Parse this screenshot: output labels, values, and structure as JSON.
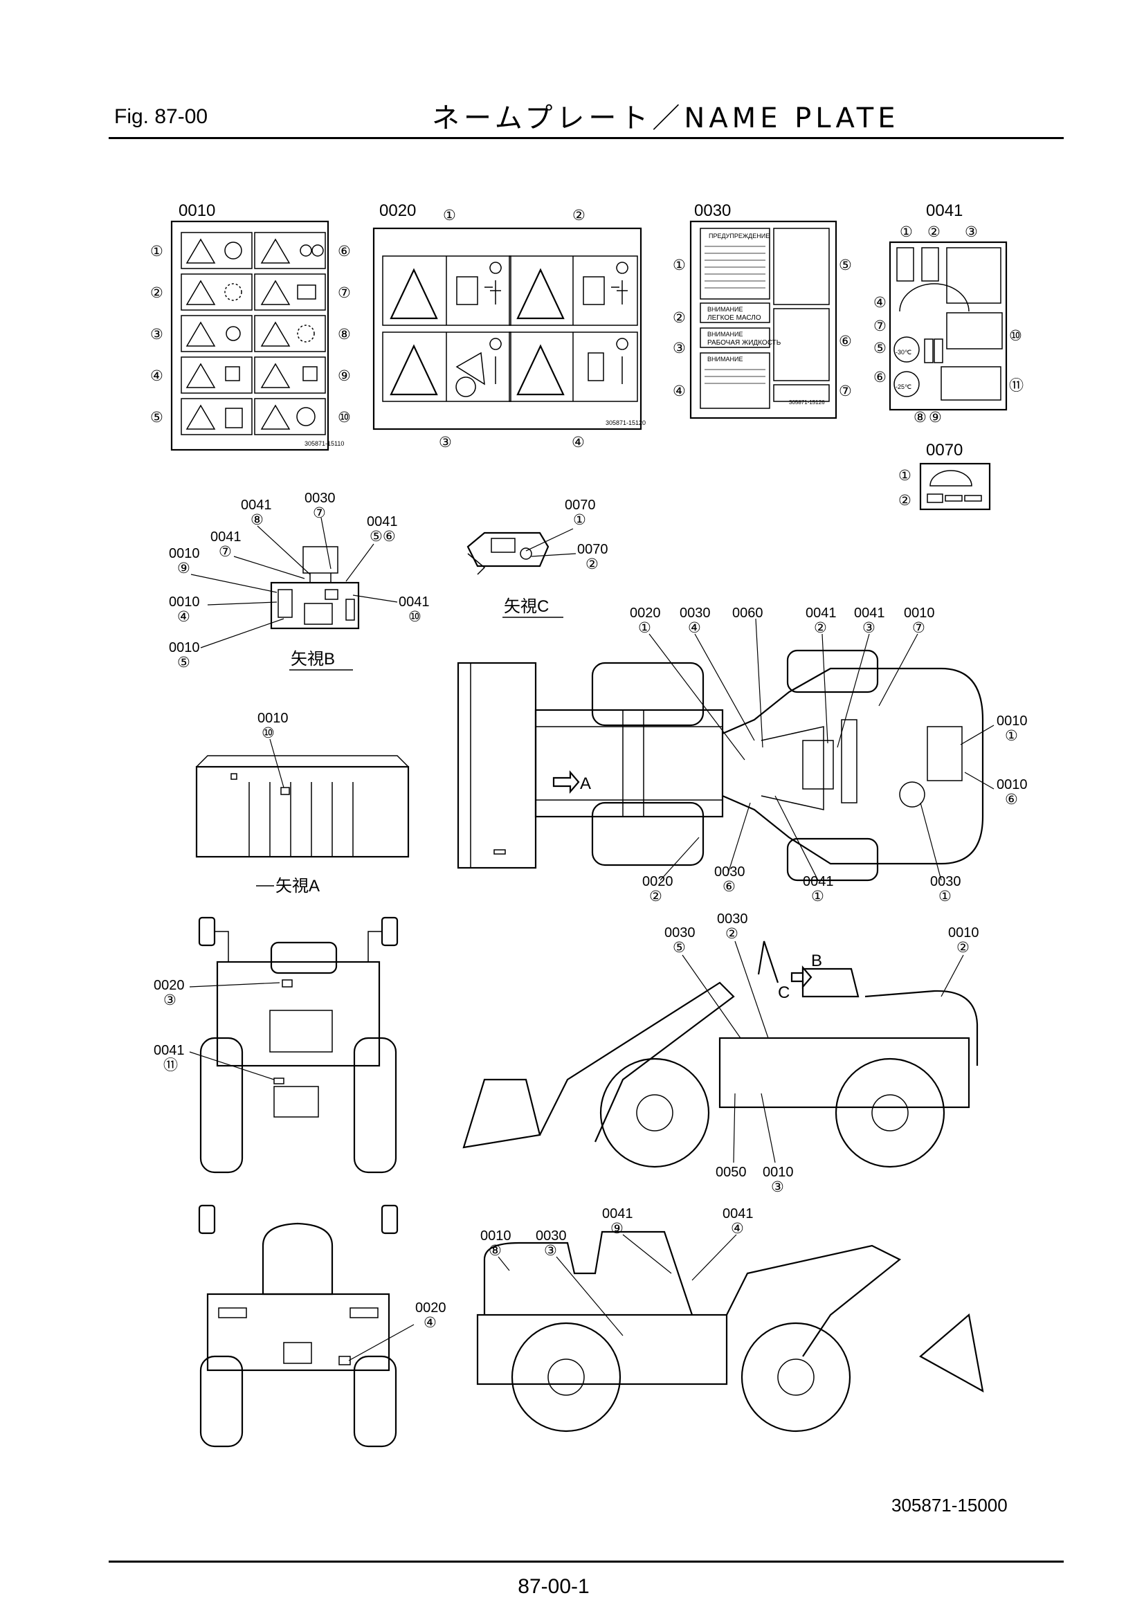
{
  "header": {
    "fig": "Fig.  87-00",
    "title": "ネームプレート／NAME PLATE"
  },
  "footer": {
    "page_number": "87-00-1",
    "drawing_number": "305871-15000"
  },
  "views": {
    "view_a": "矢視A",
    "view_b": "矢視B",
    "view_c": "矢視C",
    "arrow_a": "A",
    "arrow_b": "B",
    "arrow_c": "C"
  },
  "plates": {
    "p0010": {
      "part": "0010",
      "plate_no": "305871-15110"
    },
    "p0020": {
      "part": "0020",
      "plate_no": "305871-15120"
    },
    "p0030": {
      "part": "0030",
      "plate_no": "305871-15126",
      "lines": [
        "ПРЕДУПРЕЖДЕНИЕ",
        "ВНИМАНИЕ",
        "ЛЕГКОЕ МАСЛО",
        "ВНИМАНИЕ",
        "РАБОЧАЯ ЖИДКОСТЬ",
        "ВНИМАНИЕ"
      ]
    },
    "p0041": {
      "part": "0041",
      "temp1": "-30℃",
      "temp2": "-25℃"
    },
    "p0070": {
      "part": "0070"
    }
  },
  "circled": [
    "①",
    "②",
    "③",
    "④",
    "⑤",
    "⑥",
    "⑦",
    "⑧",
    "⑨",
    "⑩",
    "⑪"
  ],
  "callouts": {
    "top_view": [
      {
        "part": "0020",
        "idx": "①"
      },
      {
        "part": "0030",
        "idx": "④"
      },
      {
        "part": "0060",
        "idx": ""
      },
      {
        "part": "0041",
        "idx": "②"
      },
      {
        "part": "0041",
        "idx": "③"
      },
      {
        "part": "0010",
        "idx": "⑦"
      },
      {
        "part": "0010",
        "idx": "①"
      },
      {
        "part": "0010",
        "idx": "⑥"
      },
      {
        "part": "0020",
        "idx": "②"
      },
      {
        "part": "0030",
        "idx": "⑥"
      },
      {
        "part": "0041",
        "idx": "①"
      },
      {
        "part": "0030",
        "idx": "①"
      }
    ],
    "view_b": [
      {
        "part": "0041",
        "idx": "⑧"
      },
      {
        "part": "0030",
        "idx": "⑦"
      },
      {
        "part": "0041",
        "idx": "⑤⑥"
      },
      {
        "part": "0041",
        "idx": "⑦"
      },
      {
        "part": "0010",
        "idx": "⑨"
      },
      {
        "part": "0010",
        "idx": "④"
      },
      {
        "part": "0041",
        "idx": "⑩"
      },
      {
        "part": "0010",
        "idx": "⑤"
      }
    ],
    "view_c": [
      {
        "part": "0070",
        "idx": "①"
      },
      {
        "part": "0070",
        "idx": "②"
      }
    ],
    "view_a": [
      {
        "part": "0010",
        "idx": "⑩"
      }
    ],
    "front": [
      {
        "part": "0020",
        "idx": "③"
      },
      {
        "part": "0041",
        "idx": "⑪"
      }
    ],
    "side_left": [
      {
        "part": "0030",
        "idx": "⑤"
      },
      {
        "part": "0030",
        "idx": "②"
      },
      {
        "part": "0010",
        "idx": "②"
      },
      {
        "part": "0050",
        "idx": ""
      },
      {
        "part": "0010",
        "idx": "③"
      }
    ],
    "rear": [
      {
        "part": "0020",
        "idx": "④"
      }
    ],
    "side_right": [
      {
        "part": "0041",
        "idx": "⑨"
      },
      {
        "part": "0041",
        "idx": "④"
      },
      {
        "part": "0010",
        "idx": "⑧"
      },
      {
        "part": "0030",
        "idx": "③"
      }
    ]
  }
}
